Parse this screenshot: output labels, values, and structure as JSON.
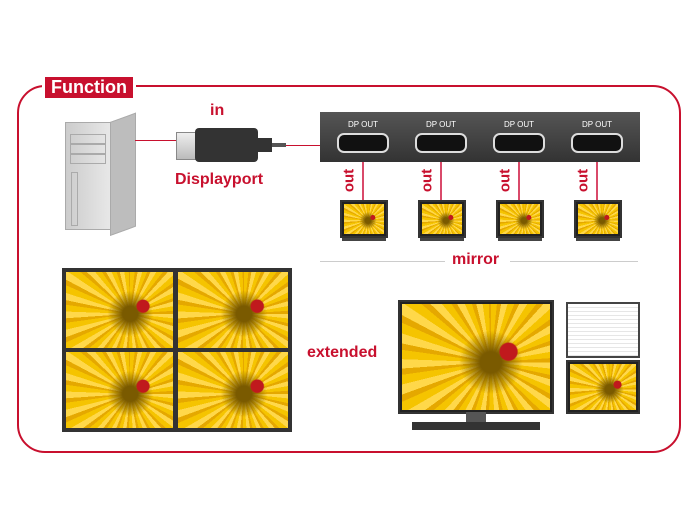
{
  "title": "Function",
  "input": {
    "label": "in",
    "connector": "Displayport"
  },
  "hub": {
    "ports": [
      "DP OUT",
      "DP OUT",
      "DP OUT",
      "DP OUT"
    ]
  },
  "outputs": [
    "out",
    "out",
    "out",
    "out"
  ],
  "modes": {
    "mirror": "mirror",
    "extended": "extended"
  },
  "colors": {
    "accent": "#c8102e",
    "hub": "#3a3a3a"
  }
}
